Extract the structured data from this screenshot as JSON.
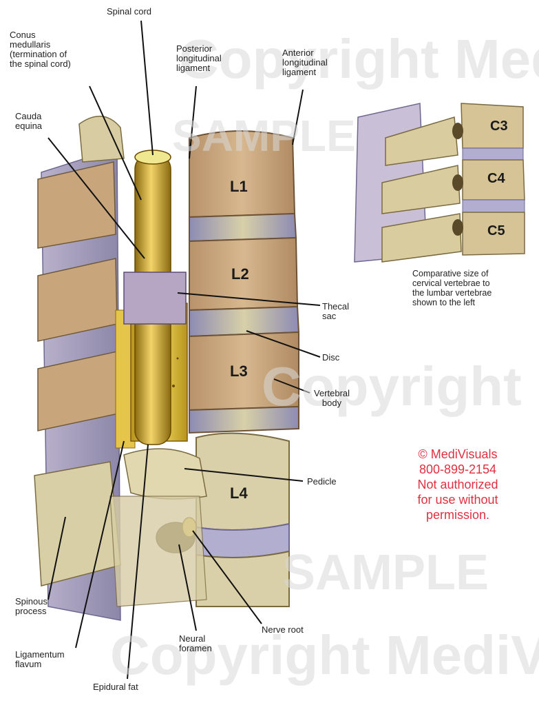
{
  "labels": {
    "spinal_cord": "Spinal cord",
    "conus": "Conus\nmedullaris\n(termination of\nthe spinal cord)",
    "posterior_ligament": "Posterior\nlongitudinal\nligament",
    "anterior_ligament": "Anterior\nlongitudinal\nligament",
    "cauda_equina": "Cauda\nequina",
    "thecal_sac": "Thecal\nsac",
    "disc": "Disc",
    "vertebral_body": "Vertebral\nbody",
    "pedicle": "Pedicle",
    "spinous_process": "Spinous\nprocess",
    "ligamentum_flavum": "Ligamentum\nflavum",
    "neural_foramen": "Neural\nforamen",
    "nerve_root": "Nerve root",
    "epidural_fat": "Epidural fat"
  },
  "vertebrae_lumbar": [
    "L1",
    "L2",
    "L3",
    "L4"
  ],
  "vertebrae_cervical": [
    "C3",
    "C4",
    "C5"
  ],
  "inset_caption": "Comparative size of\ncervical vertebrae to\nthe lumbar vertebrae\nshown to the left",
  "copyright_notice": "© MediVisuals\n800-899-2154\nNot authorized\nfor use without\npermission.",
  "watermark": {
    "copyright_text": "Copyright MediVisuals",
    "sample_text": "SAMPLE"
  },
  "colors": {
    "bone": "#d9c9a0",
    "vertebral_body": "#c7a47c",
    "disc": "#a9a7c8",
    "spinal_cord": "#d6b23c",
    "thecal_sac": "#b6a6c4",
    "copyright_red": "#e03040"
  }
}
